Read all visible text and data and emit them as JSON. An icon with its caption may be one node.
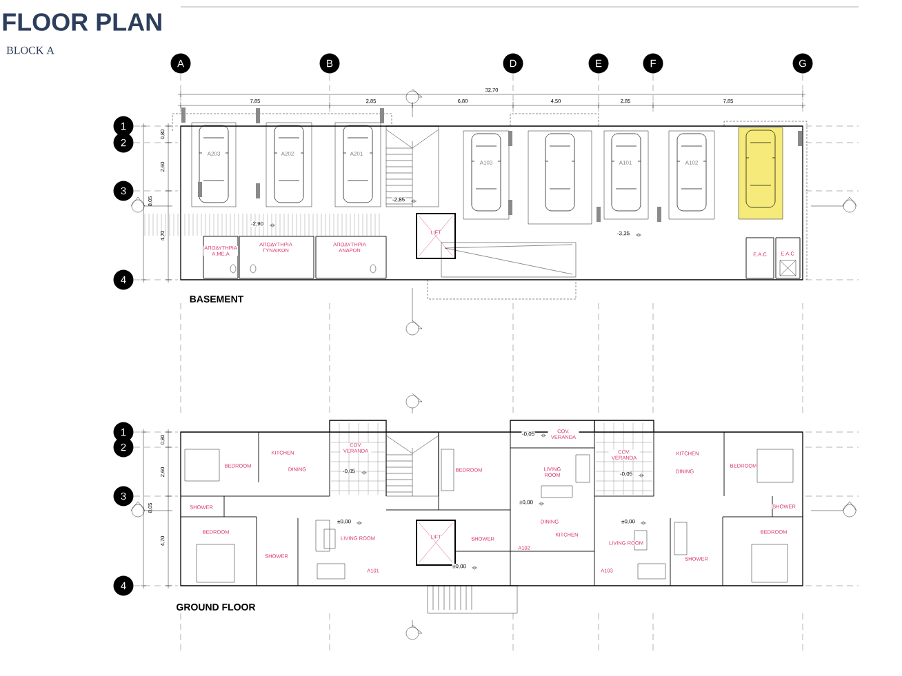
{
  "diagram": {
    "title": "FLOOR PLAN",
    "labels": [
      "BLOCK A",
      "A",
      "B",
      "D",
      "E",
      "F",
      "G",
      "32,70",
      "7,85",
      "2,85",
      "6,80",
      "4,50",
      "2,85",
      "7,85",
      "1",
      "2",
      "3",
      "4",
      "0,80",
      "2,60",
      "8,05",
      "4,70",
      "A203",
      "A202",
      "A201",
      "A103",
      "A101",
      "A102",
      "-2,85",
      "-2,90",
      "LIFT",
      "-3,35",
      "ΑΠΟΔΥΤΗΡΙΑ Α.ΜΕ.Α",
      "ΑΠΟΔΥΤΗΡΙΑ ΓΥΝΑΙΚΩΝ",
      "ΑΠΟΔΥΤΗΡΙΑ ΑΝΔΡΩΝ",
      "E.A.C",
      "E.A.C",
      "BASEMENT",
      "1",
      "2",
      "3",
      "4",
      "0,80",
      "2,60",
      "8,05",
      "4,70",
      "-0,05",
      "COV. VERANDA",
      "KITCHEN",
      "COV. VERANDA",
      "COV. VERANDA",
      "KITCHEN",
      "BEDROOM",
      "DINING",
      "-0,05",
      "BEDROOM",
      "LIVING ROOM",
      "-0,05",
      "DINING",
      "BEDROOM",
      "SHOWER",
      "±0,00",
      "SHOWER",
      "±0,00",
      "DINING",
      "±0,00",
      "BEDROOM",
      "LIVING ROOM",
      "LIFT",
      "SHOWER",
      "KITCHEN",
      "LIVING ROOM",
      "BEDROOM",
      "SHOWER",
      "A102",
      "SHOWER",
      "A101",
      "±0,00",
      "A103",
      "GROUND FLOOR"
    ]
  }
}
